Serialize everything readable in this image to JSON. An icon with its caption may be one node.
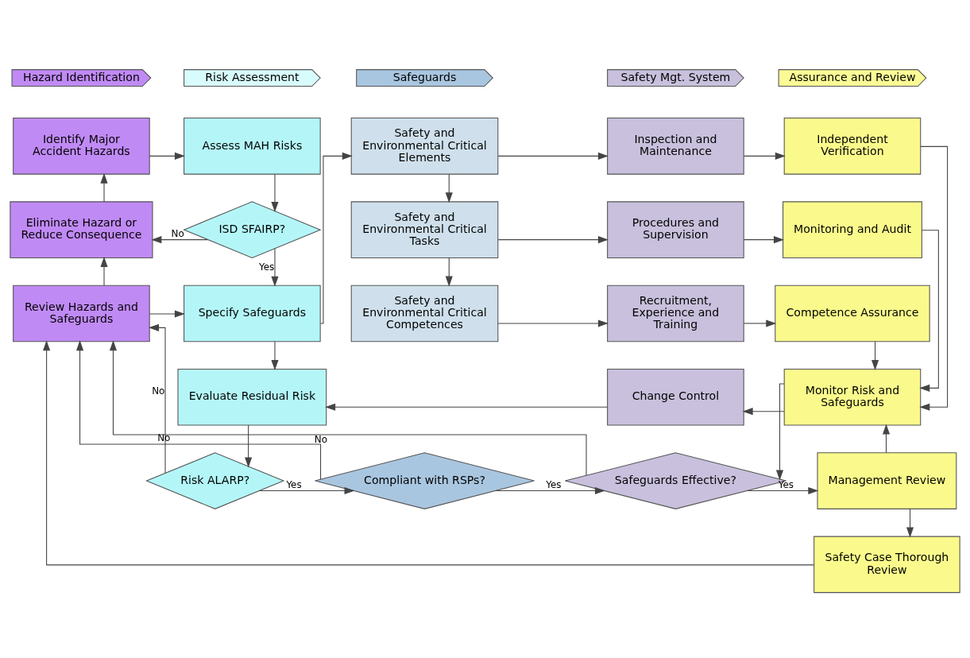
{
  "diagram": {
    "nodes": [
      {
        "text": [
          "Hazard Identification"
        ]
      },
      {
        "text": [
          "Risk Assessment"
        ]
      },
      {
        "text": [
          "Safeguards"
        ]
      },
      {
        "text": [
          "Safety Mgt. System"
        ]
      },
      {
        "text": [
          "Assurance and Review"
        ]
      },
      {
        "text": [
          "Identify Major Accident Hazards"
        ]
      },
      {
        "text": [
          "Assess MAH Risks"
        ]
      },
      {
        "text": [
          "Safety and Environmental Critical Elements"
        ]
      },
      {
        "text": [
          "Inspection and Maintenance"
        ]
      },
      {
        "text": [
          "Independent Verification"
        ]
      },
      {
        "text": [
          "Eliminate Hazard or Reduce Consequence"
        ]
      },
      {
        "text": [
          "ISD SFAIRP?"
        ]
      },
      {
        "text": [
          "Safety and Environmental Critical Tasks"
        ]
      },
      {
        "text": [
          "Procedures and Supervision"
        ]
      },
      {
        "text": [
          "Monitoring and Audit"
        ]
      },
      {
        "text": [
          "Review Hazards and Safeguards"
        ]
      },
      {
        "text": [
          "Specify Safeguards"
        ]
      },
      {
        "text": [
          "Safety and Environmental Critical Competences"
        ]
      },
      {
        "text": [
          "Recruitment, Experience and Training"
        ]
      },
      {
        "text": [
          "Competence Assurance"
        ]
      },
      {
        "text": [
          "Evaluate Residual Risk"
        ]
      },
      {
        "text": [
          "Change Control"
        ]
      },
      {
        "text": [
          "Monitor Risk and Safeguards"
        ]
      },
      {
        "text": [
          "Risk ALARP?"
        ]
      },
      {
        "text": [
          "Compliant with RSPs?"
        ]
      },
      {
        "text": [
          "Safeguards Effective?"
        ]
      },
      {
        "text": [
          "Management Review"
        ]
      },
      {
        "text": [
          "Safety Case Thorough Review"
        ]
      }
    ],
    "edges": [
      {
        "from": 5,
        "to": 6,
        "arrow": "to"
      },
      {
        "from": 6,
        "to": 11,
        "arrow": "to"
      },
      {
        "from": 11,
        "to": 10,
        "label": "No",
        "arrow": "to"
      },
      {
        "from": 11,
        "to": 16,
        "label": "Yes",
        "arrow": "to"
      },
      {
        "from": 10,
        "to": 5,
        "arrow": "to"
      },
      {
        "from": 15,
        "to": 10,
        "arrow": "to"
      },
      {
        "from": 15,
        "to": 16,
        "arrow": "to"
      },
      {
        "from": 16,
        "to": 7,
        "arrow": "to"
      },
      {
        "from": 7,
        "to": 8,
        "arrow": "to"
      },
      {
        "from": 8,
        "to": 9,
        "arrow": "to"
      },
      {
        "from": 7,
        "to": 12,
        "arrow": "to"
      },
      {
        "from": 12,
        "to": 13,
        "arrow": "to"
      },
      {
        "from": 13,
        "to": 14,
        "arrow": "to"
      },
      {
        "from": 12,
        "to": 17,
        "arrow": "to"
      },
      {
        "from": 17,
        "to": 18,
        "arrow": "to"
      },
      {
        "from": 18,
        "to": 19,
        "arrow": "to"
      },
      {
        "from": 9,
        "to": 22,
        "arrow": "to"
      },
      {
        "from": 14,
        "to": 22,
        "arrow": "to"
      },
      {
        "from": 19,
        "to": 22,
        "arrow": "to"
      },
      {
        "from": 16,
        "to": 20,
        "arrow": "to"
      },
      {
        "from": 22,
        "to": 21,
        "arrow": "to"
      },
      {
        "from": 21,
        "to": 20,
        "arrow": "to"
      },
      {
        "from": 20,
        "to": 23,
        "arrow": "to"
      },
      {
        "from": 23,
        "to": 24,
        "label": "Yes",
        "arrow": "to"
      },
      {
        "from": 24,
        "to": 25,
        "label": "Yes",
        "arrow": "to"
      },
      {
        "from": 22,
        "to": 25,
        "arrow": "to"
      },
      {
        "from": 25,
        "to": 26,
        "label": "Yes",
        "arrow": "to"
      },
      {
        "from": 26,
        "to": 22,
        "arrow": "to"
      },
      {
        "from": 26,
        "to": 27,
        "arrow": "to"
      },
      {
        "from": 23,
        "to": 15,
        "label": "No",
        "arrow": "to"
      },
      {
        "from": 24,
        "to": 15,
        "label": "No",
        "arrow": "to"
      },
      {
        "from": 25,
        "to": 15,
        "label": "No",
        "arrow": "to"
      },
      {
        "from": 27,
        "to": 15,
        "arrow": "to"
      }
    ]
  }
}
